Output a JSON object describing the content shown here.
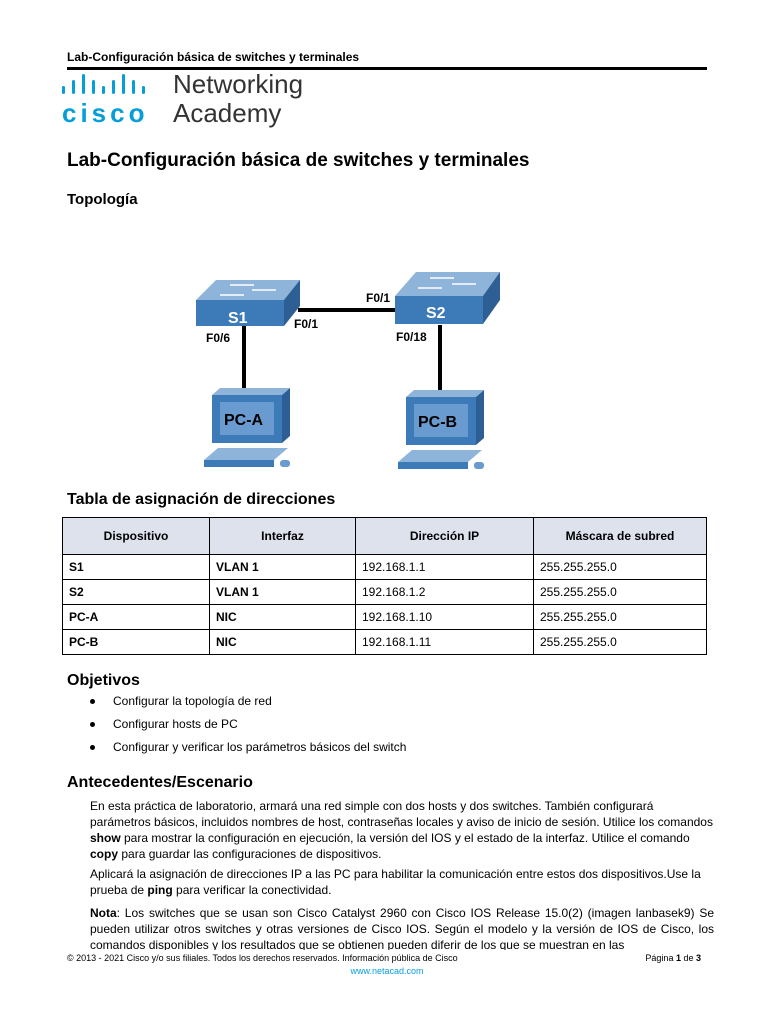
{
  "header": {
    "running_title": "Lab-Configuración básica de switches y terminales"
  },
  "logo": {
    "brand": "cisco",
    "line1": "Networking",
    "line2": "Academy",
    "brand_color": "#049fd9"
  },
  "document": {
    "title": "Lab-Configuración básica de switches y terminales",
    "topology_heading": "Topología",
    "addressing_heading": "Tabla de asignación de direcciones",
    "objectives_heading": "Objetivos",
    "background_heading": "Antecedentes/Escenario"
  },
  "topology": {
    "s1": "S1",
    "s2": "S2",
    "pca": "PC-A",
    "pcb": "PC-B",
    "s1_down_port": "F0/6",
    "s1_link_port": "F0/1",
    "s2_link_port": "F0/1",
    "s2_down_port": "F0/18",
    "device_color": "#3d7ab8"
  },
  "addressing_table": {
    "columns": [
      "Dispositivo",
      "Interfaz",
      "Dirección IP",
      "Máscara de subred"
    ],
    "rows": [
      [
        "S1",
        "VLAN 1",
        "192.168.1.1",
        "255.255.255.0"
      ],
      [
        "S2",
        "VLAN 1",
        "192.168.1.2",
        "255.255.255.0"
      ],
      [
        "PC-A",
        "NIC",
        "192.168.1.10",
        "255.255.255.0"
      ],
      [
        "PC-B",
        "NIC",
        "192.168.1.11",
        "255.255.255.0"
      ]
    ]
  },
  "objectives": [
    "Configurar la topología de red",
    "Configurar hosts de PC",
    "Configurar y verificar los parámetros básicos del switch"
  ],
  "background": {
    "p1_a": "En esta práctica de laboratorio, armará una red simple con dos hosts y dos switches. También configurará parámetros básicos, incluidos nombres de host, contraseñas locales y aviso de inicio de sesión. Utilice los comandos ",
    "p1_show": "show",
    "p1_b": " para mostrar la configuración en ejecución, la versión del IOS y el estado de la interfaz. Utilice el comando ",
    "p1_copy": "copy",
    "p1_c": " para guardar las configuraciones de dispositivos.",
    "p2_a": "Aplicará la asignación de direcciones IP a las PC para habilitar la comunicación entre estos dos dispositivos.Use la prueba de ",
    "p2_ping": "ping",
    "p2_b": " para verificar la conectividad.",
    "p3_nota": "Nota",
    "p3_text": ": Los switches que se usan son Cisco Catalyst 2960 con Cisco IOS Release 15.0(2) (imagen lanbasek9) Se pueden utilizar otros switches y otras versiones de Cisco IOS. Según el modelo y la versión de IOS de Cisco, los comandos disponibles y los resultados que se obtienen pueden diferir de los que se muestran en las"
  },
  "footer": {
    "copyright": "© 2013 - 2021 Cisco y/o sus filiales. Todos los derechos reservados. Información pública de Cisco",
    "page_prefix": "Página ",
    "page_num": "1",
    "page_of": " de ",
    "page_total": "3",
    "url": "www.netacad.com"
  }
}
